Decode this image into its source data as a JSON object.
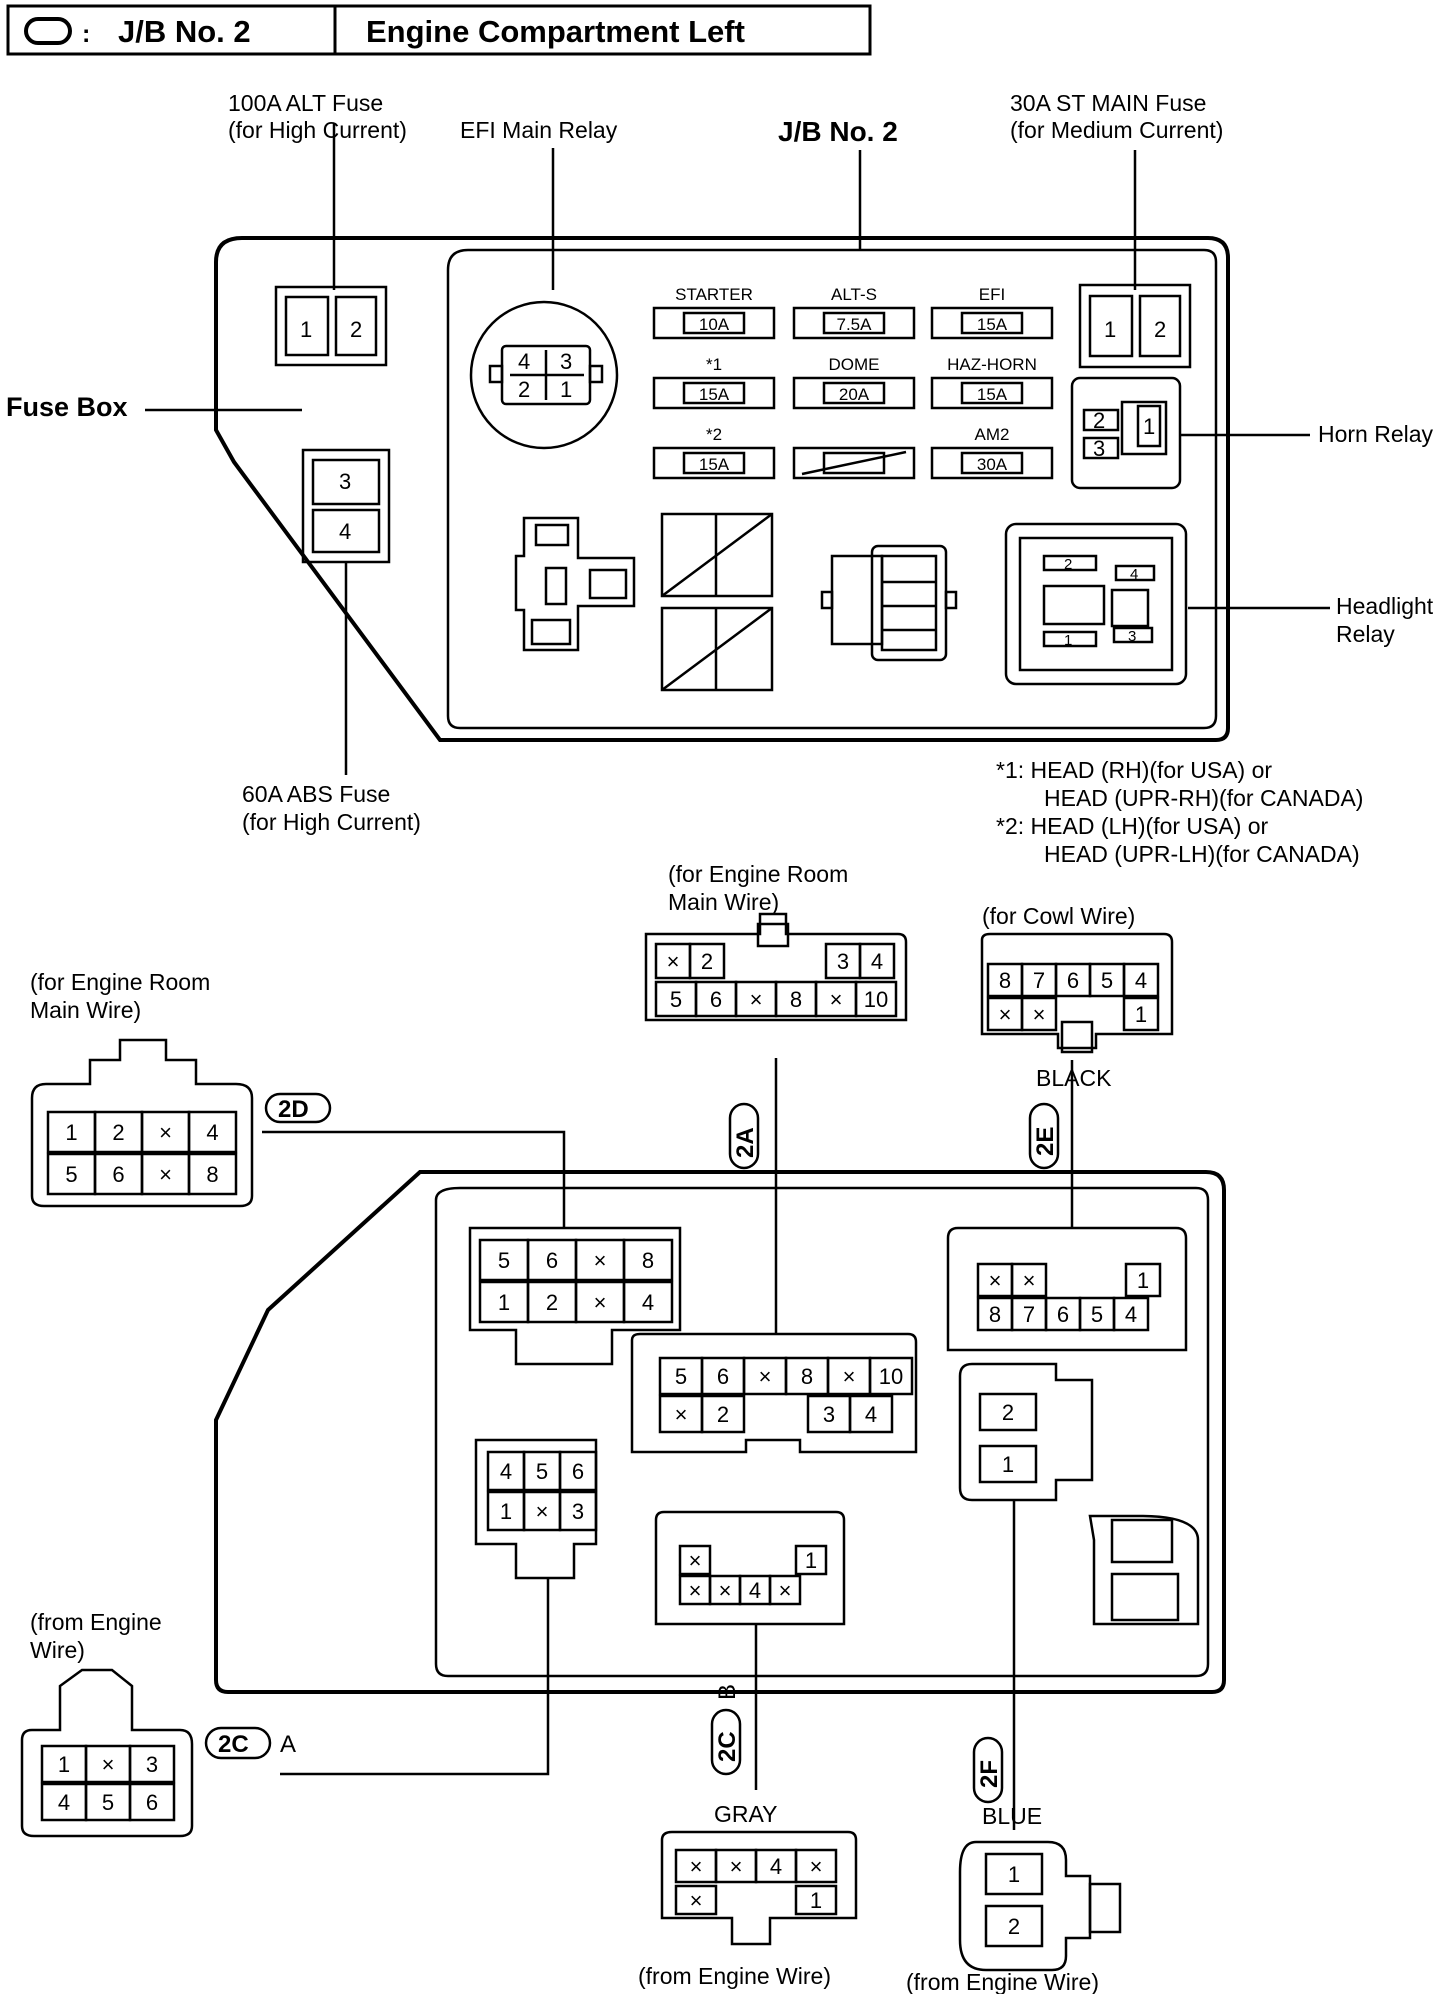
{
  "title": {
    "symbol": "O",
    "separator": ":",
    "jb": "J/B No. 2",
    "location": "Engine Compartment Left"
  },
  "top": {
    "alt_fuse_1": "100A ALT Fuse",
    "alt_fuse_2": "(for High Current)",
    "efi_main_relay": "EFI Main Relay",
    "jb_label": "J/B No. 2",
    "st_main_1": "30A ST MAIN Fuse",
    "st_main_2": "(for Medium Current)",
    "fuse_box": "Fuse Box",
    "horn_relay": "Horn Relay",
    "headlight_relay_1": "Headlight",
    "headlight_relay_2": "Relay",
    "abs_fuse_1": "60A ABS Fuse",
    "abs_fuse_2": "(for High Current)",
    "alt_pins": [
      "1",
      "2"
    ],
    "st_pins": [
      "1",
      "2"
    ],
    "abs_pins": [
      "3",
      "4"
    ],
    "efi_relay_pins": [
      "4",
      "3",
      "2",
      "1"
    ],
    "horn_pins": [
      "2",
      "3",
      "1"
    ],
    "headlight_pins": [
      "2",
      "4",
      "1",
      "3"
    ],
    "fuses": [
      {
        "name": "STARTER",
        "amp": "10A"
      },
      {
        "name": "ALT-S",
        "amp": "7.5A"
      },
      {
        "name": "EFI",
        "amp": "15A"
      },
      {
        "name": "*1",
        "amp": "15A"
      },
      {
        "name": "DOME",
        "amp": "20A"
      },
      {
        "name": "HAZ-HORN",
        "amp": "15A"
      },
      {
        "name": "*2",
        "amp": "15A"
      },
      {
        "name": "",
        "amp": ""
      },
      {
        "name": "AM2",
        "amp": "30A"
      }
    ],
    "notes": [
      "*1:  HEAD  (RH)(for  USA)  or",
      "HEAD  (UPR-RH)(for  CANADA)",
      "*2:  HEAD  (LH)(for  USA)  or",
      "HEAD  (UPR-LH)(for  CANADA)"
    ]
  },
  "connectors": {
    "2A": {
      "code": "2A",
      "desc_1": "(for  Engine  Room",
      "desc_2": "Main  Wire)",
      "top_row": [
        "×",
        "2",
        "",
        "3",
        "4"
      ],
      "bottom_row": [
        "5",
        "6",
        "×",
        "8",
        "×",
        "10"
      ],
      "board_top": [
        "5",
        "6",
        "×",
        "8",
        "×",
        "10"
      ],
      "board_bottom": [
        "×",
        "2",
        "3",
        "4"
      ]
    },
    "2D": {
      "code": "2D",
      "desc_1": "(for  Engine  Room",
      "desc_2": "Main  Wire)",
      "top_row": [
        "1",
        "2",
        "×",
        "4"
      ],
      "bottom_row": [
        "5",
        "6",
        "×",
        "8"
      ],
      "board_top": [
        "5",
        "6",
        "×",
        "8"
      ],
      "board_bottom": [
        "1",
        "2",
        "×",
        "4"
      ]
    },
    "2E": {
      "code": "2E",
      "desc": "(for  Cowl  Wire)",
      "color": "BLACK",
      "top_row": [
        "8",
        "7",
        "6",
        "5",
        "4"
      ],
      "bottom_row": [
        "×",
        "×",
        "1"
      ],
      "board_top": [
        "×",
        "×",
        "1"
      ],
      "board_bottom": [
        "8",
        "7",
        "6",
        "5",
        "4"
      ]
    },
    "2C_A": {
      "code": "2C",
      "suffix": "A",
      "desc_1": "(from  Engine",
      "desc_2": "Wire)",
      "top_row": [
        "1",
        "×",
        "3"
      ],
      "bottom_row": [
        "4",
        "5",
        "6"
      ],
      "board_top": [
        "4",
        "5",
        "6"
      ],
      "board_bottom": [
        "1",
        "×",
        "3"
      ]
    },
    "2C_B": {
      "code": "2C",
      "suffix": "B",
      "color": "GRAY",
      "desc": "(from  Engine  Wire)",
      "top_row": [
        "×",
        "×",
        "4",
        "×"
      ],
      "bottom_row": [
        "×",
        "1"
      ],
      "board_top": [
        "×",
        "1"
      ],
      "board_bottom": [
        "×",
        "×",
        "4",
        "×"
      ]
    },
    "2F": {
      "code": "2F",
      "color": "BLUE",
      "desc": "(from  Engine  Wire)",
      "pins": [
        "1",
        "2"
      ],
      "board_pins": [
        "2",
        "1"
      ]
    }
  }
}
